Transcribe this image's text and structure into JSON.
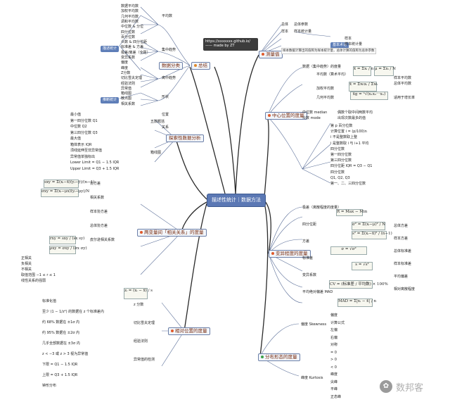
{
  "center": "描述性统计｜数据方法",
  "credit": {
    "line1": "https://xxxxxxx.github.io/",
    "line2": "—— made by ZT"
  },
  "hubs": {
    "h_top_left": "总结",
    "h_data_category": "数据分类",
    "h_measure": "测量值",
    "h_central": "中心位置的度量",
    "h_spread": "变异程度的度量",
    "h_shape": "分布形态的度量",
    "h_relative": "相对位置的度量",
    "h_two_var": "两变量间「相关关系」的度量",
    "h_explore": "探索性数据分析"
  },
  "tags": {
    "t_left1": "描述统计",
    "t_left2": "推断统计",
    "t_right": "基本术语"
  },
  "tl": {
    "items": [
      "数据平均数",
      "加权平均数",
      "几何平均数",
      "调和平均数",
      "中位数 & 分位",
      "四分位数",
      "百分位数",
      "众数 & 四分位距",
      "标准差 & 方差",
      "极差/离差（全距）",
      "变异系数",
      "偏度",
      "峰度",
      "Z分数",
      "切比雪夫定理",
      "经验法则",
      "异常值",
      "箱线图",
      "散点图",
      "相关系数"
    ],
    "groups": [
      "平均数",
      "集中趋势",
      "离中趋势",
      "形状",
      "位置",
      "关系"
    ]
  },
  "measure": {
    "items": [
      "总体",
      "样本",
      "总体参数",
      "样本统计量"
    ],
    "sub": [
      "样本",
      "样本统计量",
      "总体参数",
      "参数"
    ],
    "note": "样本数据计算出的值称为样本统计量，总体计算的值称为总体参数"
  },
  "central": {
    "rows": [
      "数据（集中趋势）的度量",
      "平均数（算术平均）",
      "加权平均数",
      "几何平均数",
      "中位数 median",
      "众数 mode"
    ],
    "formulas": [
      "x̄ = Σxᵢ / n",
      "μ = Σxᵢ / N",
      "x̄ = Σwᵢxᵢ / Σwᵢ",
      "x̄g = ⁿ√(x₁x₂⋯xₙ)"
    ],
    "notes": [
      "样本平均数",
      "总体平均数",
      "适用于增长率",
      "偶数个取中间两数平均",
      "出现次数最多的值"
    ],
    "quartile": [
      "第 p 百分位数",
      "计算位置 i = (p/100)n",
      "i 不是整数取上整",
      "i 是整数取 i 与 i+1 平均",
      "四分位数",
      "第一四分位数",
      "第三四分位数",
      "四分位距 IQR = Q3 − Q1",
      "四分位数",
      "Q1, Q2, Q3",
      "第一、二、三四分位数"
    ]
  },
  "spread": {
    "rows": [
      "极差（离散程度的度量）",
      "四分位距",
      "方差",
      "标准差",
      "变异系数",
      "平均绝对偏差 MAD"
    ],
    "formulas": [
      "R = Max − Min",
      "IQR = Q3 − Q1",
      "σ² = Σ(xᵢ−μ)² / N",
      "s² = Σ(xᵢ−x̄)² / (n−1)",
      "σ = √σ²",
      "s = √s²",
      "CV = (标准差 / 平均数) × 100%",
      "MAD = Σ|xᵢ − x̄| / n"
    ],
    "notes": [
      "总体方差",
      "样本方差",
      "总体标准差",
      "样本标准差",
      "平均偏差",
      "相对离散程度"
    ]
  },
  "shape": {
    "rows": [
      "偏度 Skewness",
      "峰度 Kurtosis"
    ],
    "items": [
      "偏度",
      "计算公式",
      "左偏",
      "右偏",
      "对称",
      "= 0",
      "> 0",
      "< 0",
      "峰度",
      "尖峰",
      "平峰",
      "正态峰"
    ]
  },
  "relative": {
    "rows": [
      "z 分数",
      "切比雪夫定理",
      "经验法则",
      "异常值的检测"
    ],
    "formulas": [
      "zᵢ = (xᵢ − x̄) / s"
    ],
    "items": [
      "标准化值",
      "至少 (1 − 1/z²) 的数据在 z 个标准差内",
      "约 68% 数据在 ±1σ 内",
      "约 95% 数据在 ±2σ 内",
      "几乎全部数据在 ±3σ 内",
      "z < −3 或 z > 3 视为异常值",
      "下限 = Q1 − 1.5 IQR",
      "上限 = Q3 + 1.5 IQR",
      "钟形分布"
    ]
  },
  "two_var": {
    "rows": [
      "协方差",
      "相关系数",
      "样本协方差",
      "总体协方差",
      "皮尔逊相关系数"
    ],
    "formulas": [
      "sxy = Σ(xᵢ−x̄)(yᵢ−ȳ)/(n−1)",
      "σxy = Σ(xᵢ−μx)(yᵢ−μy)/N",
      "rxy = sxy / (sx sy)",
      "ρxy = σxy / (σx σy)"
    ],
    "items": [
      "正相关",
      "负相关",
      "不相关",
      "取值范围 −1 ≤ r ≤ 1",
      "线性关系的强弱"
    ]
  },
  "explore": {
    "rows": [
      "五数概括",
      "箱线图"
    ],
    "items": [
      "最小值",
      "第一四分位数 Q1",
      "中位数 Q2",
      "第三四分位数 Q3",
      "最大值",
      "箱体表示 IQR",
      "须线延伸至非异常值",
      "异常值单独标出",
      "Lower Limit = Q1 − 1.5 IQR",
      "Upper Limit = Q3 + 1.5 IQR"
    ]
  },
  "watermark": "数邦客"
}
